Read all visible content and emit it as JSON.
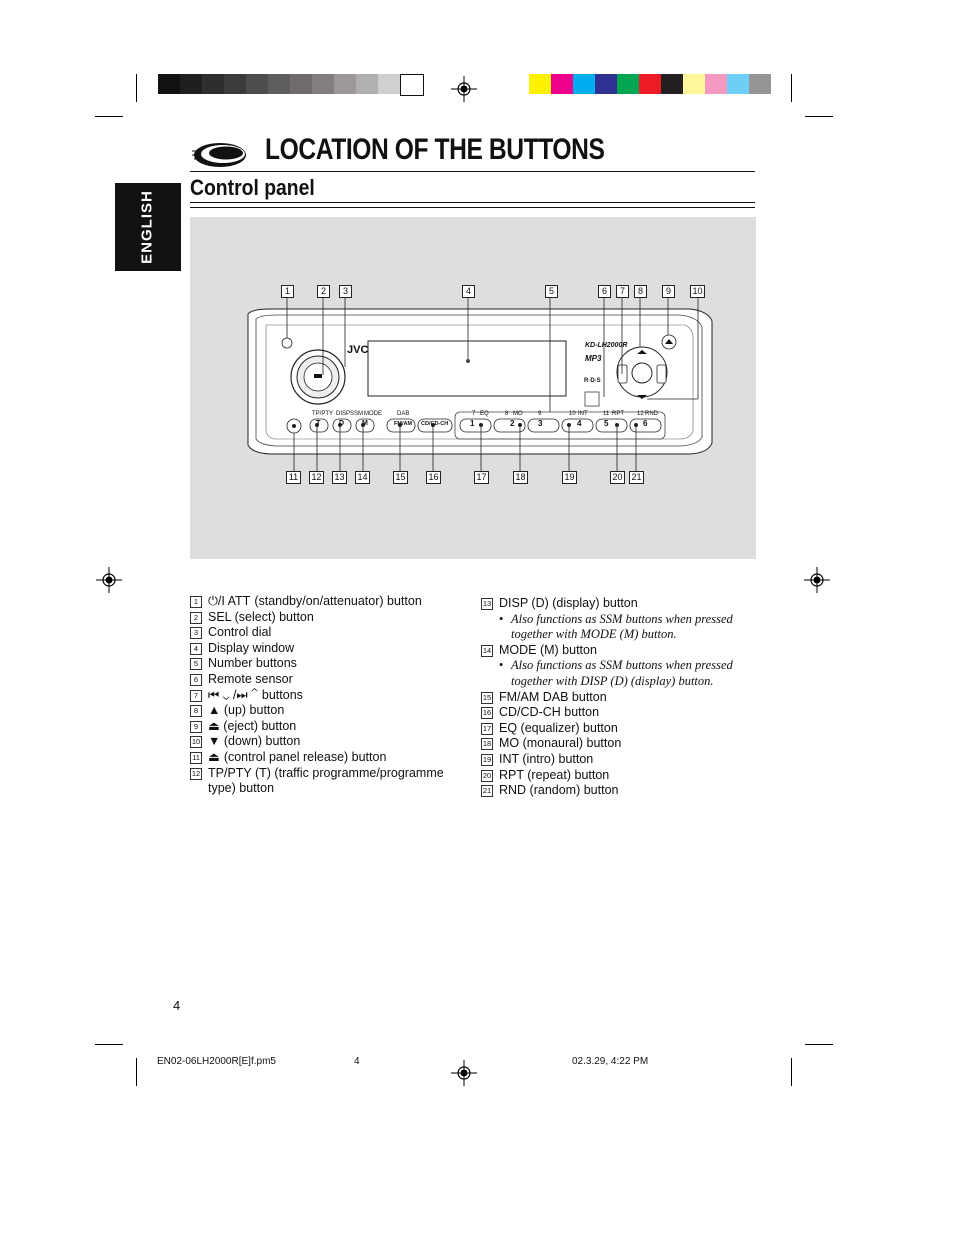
{
  "header": {
    "title": "LOCATION OF THE BUTTONS",
    "subtitle": "Control panel",
    "language_tab": "ENGLISH"
  },
  "colors": {
    "gray_bar": [
      "#111111",
      "#1f1f1f",
      "#2e2e2e",
      "#3c3c3c",
      "#4d4d4d",
      "#5d5d5d",
      "#706b6b",
      "#857f7f",
      "#9c9898",
      "#b3b0b0",
      "#d1cfcf",
      "#ffffff"
    ],
    "color_bar": [
      "#fff200",
      "#ec008c",
      "#00aeef",
      "#2e3192",
      "#00a651",
      "#ed1c24",
      "#231f20",
      "#fff799",
      "#f49ac1",
      "#6dcff6",
      "#959595"
    ],
    "figure_background": "#dedede"
  },
  "figure": {
    "brand": "JVC",
    "model": "KD-LH2000R",
    "mp3_label": "MP3",
    "rds_label": "R·D·S",
    "top_button_labels": [
      "TP/PTY",
      "DISP",
      "SSM",
      "MODE",
      "DAB"
    ],
    "preset_top_labels": [
      "7",
      "EQ",
      "8",
      "MO",
      "9",
      "10",
      "INT",
      "11",
      "RPT",
      "12",
      "RND"
    ],
    "preset_buttons": [
      "1",
      "2",
      "3",
      "4",
      "5",
      "6"
    ],
    "fm_am_label": "FM/AM",
    "cd_label": "CD/CD-CH",
    "t_label": "T",
    "d_label": "D",
    "m_label": "M",
    "callouts_top": [
      "1",
      "2",
      "3",
      "4",
      "5",
      "6",
      "7",
      "8",
      "9",
      "10"
    ],
    "callouts_bottom": [
      "11",
      "12",
      "13",
      "14",
      "15",
      "16",
      "17",
      "18",
      "19",
      "20",
      "21"
    ]
  },
  "list_left": [
    {
      "num": "1",
      "text": "(standby/on/attenuator) button",
      "prefix": "⏻/I ATT"
    },
    {
      "num": "2",
      "text": "SEL (select) button"
    },
    {
      "num": "3",
      "text": "Control dial"
    },
    {
      "num": "4",
      "text": "Display window"
    },
    {
      "num": "5",
      "text": "Number buttons"
    },
    {
      "num": "6",
      "text": "Remote sensor"
    },
    {
      "num": "7",
      "text": "buttons",
      "prefix": "⏮ ⌄ /⏭ ⌃"
    },
    {
      "num": "8",
      "text": "▲ (up) button"
    },
    {
      "num": "9",
      "text": "⏏ (eject) button"
    },
    {
      "num": "10",
      "text": "▼ (down) button"
    },
    {
      "num": "11",
      "text": "(control panel release) button",
      "prefix": "⏏"
    },
    {
      "num": "12",
      "text": "TP/PTY (T) (traffic programme/programme type) button"
    }
  ],
  "list_right": [
    {
      "num": "13",
      "text": "DISP (D) (display) button",
      "note": "Also functions as SSM buttons when pressed together with MODE (M) button."
    },
    {
      "num": "14",
      "text": "MODE (M) button",
      "note": "Also functions as SSM buttons when pressed together with DISP (D) (display) button."
    },
    {
      "num": "15",
      "text": "FM/AM DAB button"
    },
    {
      "num": "16",
      "text": "CD/CD-CH button"
    },
    {
      "num": "17",
      "text": "EQ (equalizer) button"
    },
    {
      "num": "18",
      "text": "MO (monaural) button"
    },
    {
      "num": "19",
      "text": "INT (intro) button"
    },
    {
      "num": "20",
      "text": "RPT (repeat) button"
    },
    {
      "num": "21",
      "text": "RND (random) button"
    }
  ],
  "page_number": "4",
  "footer": {
    "file": "EN02-06LH2000R[E]f.pm5",
    "page": "4",
    "timestamp": "02.3.29, 4:22 PM"
  }
}
